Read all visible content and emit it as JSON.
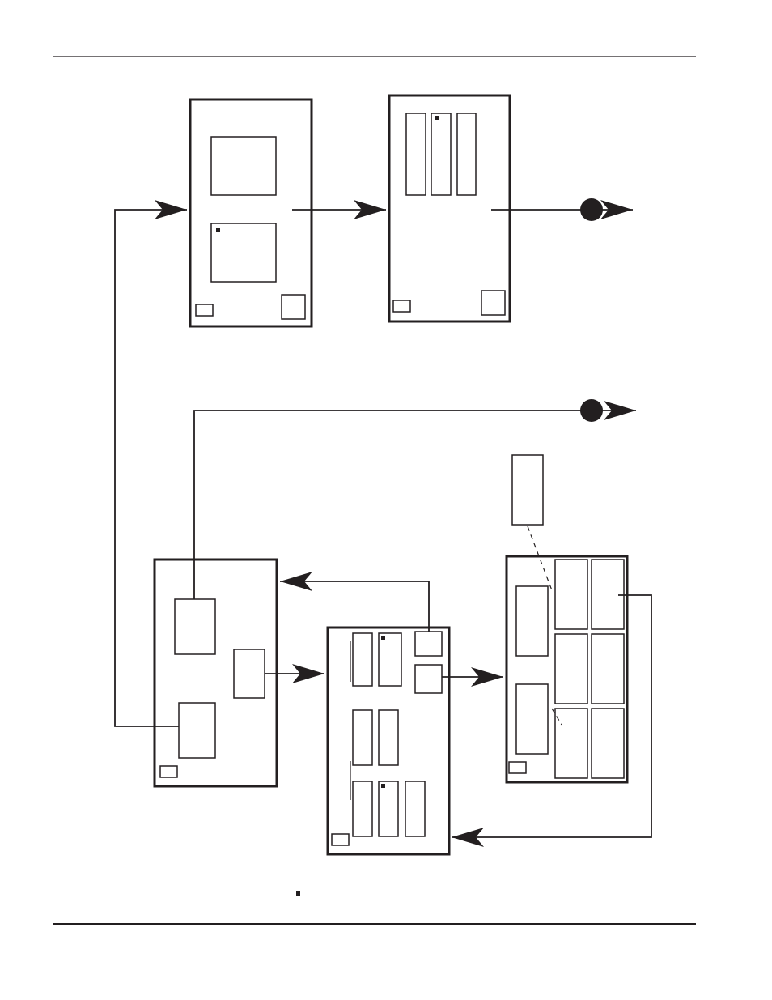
{
  "diagram": {
    "description_text": [],
    "colors": {
      "line": "#231f20",
      "background": "#ffffff"
    },
    "boards": [
      {
        "id": "board-top-left",
        "components": 4,
        "marker_dots": 1
      },
      {
        "id": "board-top-right",
        "components": 5,
        "marker_dots": 1
      },
      {
        "id": "board-bottom-left",
        "components": 4,
        "marker_dots": 0
      },
      {
        "id": "board-bottom-center",
        "components": 11,
        "marker_dots": 2
      },
      {
        "id": "board-bottom-right",
        "components": 9,
        "marker_dots": 0
      },
      {
        "id": "detached-module",
        "components": 0,
        "marker_dots": 0
      }
    ],
    "connections": [
      {
        "from": "board-bottom-left",
        "to": "board-top-left",
        "type": "arrow"
      },
      {
        "from": "board-top-left",
        "to": "board-top-right",
        "type": "arrow"
      },
      {
        "from": "board-top-right",
        "to": "output-node-1",
        "type": "arrow"
      },
      {
        "from": "board-bottom-left",
        "to": "output-node-2",
        "type": "arrow"
      },
      {
        "from": "board-bottom-left",
        "to": "board-bottom-center",
        "type": "arrow"
      },
      {
        "from": "board-bottom-center",
        "to": "board-bottom-left",
        "type": "arrow"
      },
      {
        "from": "board-bottom-center",
        "to": "board-bottom-right",
        "type": "arrow"
      },
      {
        "from": "board-bottom-right",
        "to": "board-bottom-center",
        "type": "arrow"
      },
      {
        "from": "detached-module",
        "to": "board-bottom-right",
        "type": "dashed"
      }
    ],
    "legend_marker": true
  }
}
